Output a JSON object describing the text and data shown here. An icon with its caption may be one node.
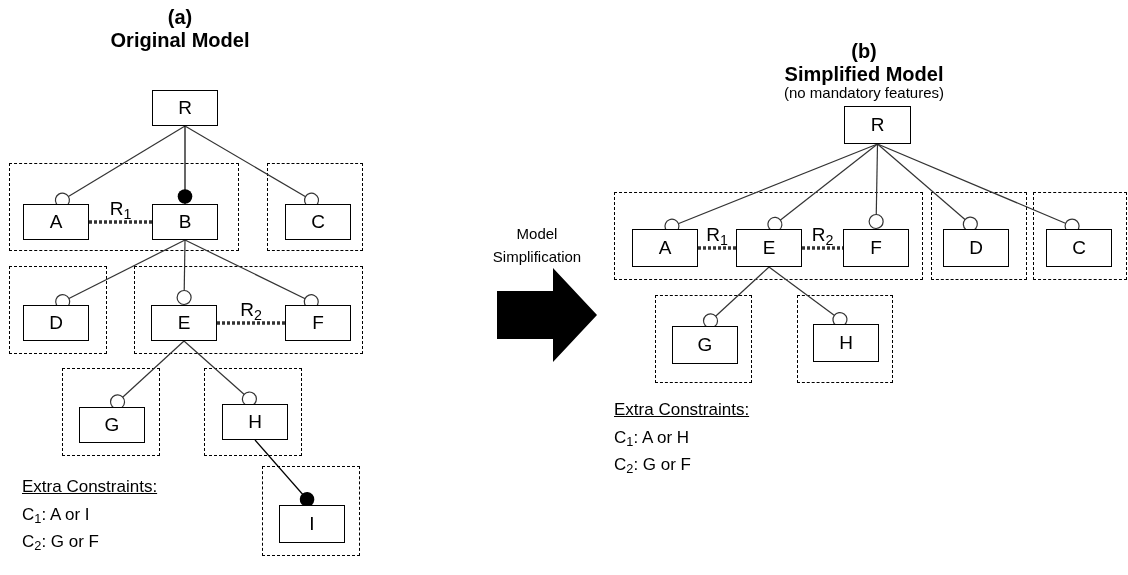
{
  "diagram": {
    "nodes": [
      {
        "text": [
          "R"
        ]
      },
      {
        "text": [],
        "shape": "box"
      },
      {
        "text": [
          "A"
        ],
        "in": 1
      },
      {
        "text": [
          "B"
        ],
        "in": 1
      },
      {
        "text": [],
        "shape": "box"
      },
      {
        "text": [
          "C"
        ],
        "in": 4
      },
      {
        "text": [],
        "shape": "box"
      },
      {
        "text": [
          "D"
        ],
        "in": 6
      },
      {
        "text": [],
        "shape": "box"
      },
      {
        "text": [
          "E"
        ],
        "in": 8
      },
      {
        "text": [
          "F"
        ],
        "in": 8
      },
      {
        "text": [],
        "shape": "box"
      },
      {
        "text": [
          "G"
        ],
        "in": 11
      },
      {
        "text": [],
        "shape": "box"
      },
      {
        "text": [
          "H"
        ],
        "in": 13
      },
      {
        "text": [],
        "shape": "box"
      },
      {
        "text": [
          "I"
        ],
        "in": 15
      },
      {
        "text": [
          "R"
        ]
      },
      {
        "text": [],
        "shape": "box"
      },
      {
        "text": [
          "A"
        ],
        "in": 18
      },
      {
        "text": [
          "E"
        ],
        "in": 18
      },
      {
        "text": [
          "F"
        ],
        "in": 18
      },
      {
        "text": [],
        "shape": "box"
      },
      {
        "text": [
          "D"
        ],
        "in": 22
      },
      {
        "text": [],
        "shape": "box"
      },
      {
        "text": [
          "C"
        ],
        "in": 24
      },
      {
        "text": [],
        "shape": "box"
      },
      {
        "text": [
          "G"
        ],
        "in": 26
      },
      {
        "text": [],
        "shape": "box"
      },
      {
        "text": [
          "H"
        ],
        "in": 28
      }
    ],
    "edges": [
      {
        "from": 0,
        "to": 2,
        "arrow": "other"
      },
      {
        "from": 0,
        "to": 3,
        "arrow": "other",
        "color": "#000000"
      },
      {
        "from": 0,
        "to": 5,
        "arrow": "other"
      },
      {
        "from": 2,
        "to": 3,
        "arrow": "none",
        "style": "dashed",
        "label": "R$_{1}$"
      },
      {
        "from": 3,
        "to": 7,
        "arrow": "other"
      },
      {
        "from": 3,
        "to": 9,
        "arrow": "other"
      },
      {
        "from": 3,
        "to": 10,
        "arrow": "other"
      },
      {
        "from": 9,
        "to": 10,
        "arrow": "none",
        "style": "dashed",
        "label": "R$_{2}$"
      },
      {
        "from": 9,
        "to": 12,
        "arrow": "other"
      },
      {
        "from": 9,
        "to": 14,
        "arrow": "other"
      },
      {
        "from": 14,
        "to": 16,
        "arrow": "other",
        "color": "#000000"
      },
      {
        "from": 17,
        "to": 19,
        "arrow": "other"
      },
      {
        "from": 17,
        "to": 20,
        "arrow": "other"
      },
      {
        "from": 17,
        "to": 21,
        "arrow": "other"
      },
      {
        "from": 17,
        "to": 23,
        "arrow": "other"
      },
      {
        "from": 17,
        "to": 25,
        "arrow": "other"
      },
      {
        "from": 19,
        "to": 20,
        "arrow": "none",
        "style": "dashed",
        "label": "R$_{1}$"
      },
      {
        "from": 20,
        "to": 21,
        "arrow": "none",
        "style": "dashed",
        "label": "R$_{2}$"
      },
      {
        "from": 20,
        "to": 27,
        "arrow": "other"
      },
      {
        "from": 20,
        "to": 29,
        "arrow": "other"
      }
    ],
    "labels": [
      "(a)",
      "Original Model",
      "(b)",
      "Simplified Model",
      "(no mandatory features)",
      "Model Simplification",
      "Extra Constraints:",
      "C$_{1}$: A or I",
      "C$_{2}$: G or F",
      "Extra Constraints:",
      "C$_{1}$: A or H",
      "C$_{2}$: G or F"
    ]
  }
}
